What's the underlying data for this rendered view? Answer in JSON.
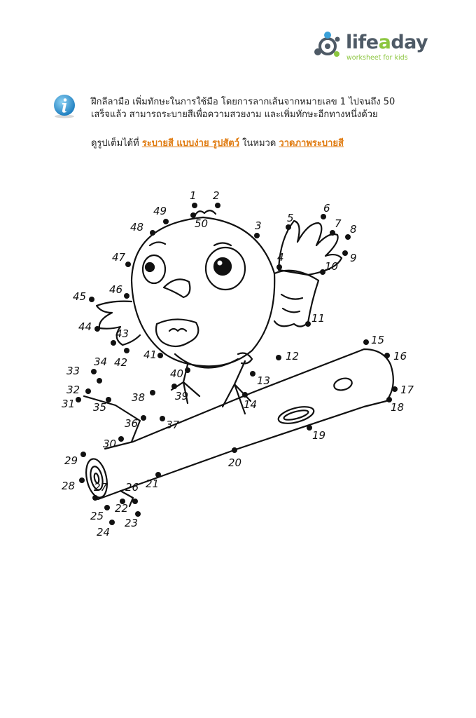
{
  "logo": {
    "name_prefix": "life",
    "name_accent": "a",
    "name_suffix": "day",
    "tagline": "worksheet for kids",
    "colors": {
      "grey": "#4e5a66",
      "green": "#8cc63f",
      "blue": "#3aa0d8"
    }
  },
  "info": {
    "icon": "info-icon",
    "text_line1": "ฝึกลีลามือ เพิ่มทักษะในการใช้มือ โดยการลากเส้นจากหมายเลข 1 ไปจนถึง 50",
    "text_line2": "เสร็จแล้ว สามารถระบายสีเพื่อความสวยงาม และเพิ่มทักษะอีกทางหนึ่งด้วย"
  },
  "links": {
    "prefix": "ดูรูปเต็มได้ที่",
    "link1": "ระบายสี แบบง่าย รูปสัตว์",
    "middle": "ในหมวด",
    "link2": "วาดภาพระบายสี",
    "link_color": "#e07b10"
  },
  "puzzle": {
    "numbers": [
      "1",
      "2",
      "3",
      "4",
      "5",
      "6",
      "7",
      "8",
      "9",
      "10",
      "11",
      "12",
      "13",
      "14",
      "15",
      "16",
      "17",
      "18",
      "19",
      "20",
      "21",
      "22",
      "23",
      "24",
      "25",
      "26",
      "27",
      "28",
      "29",
      "30",
      "31",
      "32",
      "33",
      "34",
      "35",
      "36",
      "37",
      "38",
      "39",
      "40",
      "41",
      "42",
      "43",
      "44",
      "45",
      "46",
      "47",
      "48",
      "49",
      "50"
    ]
  }
}
